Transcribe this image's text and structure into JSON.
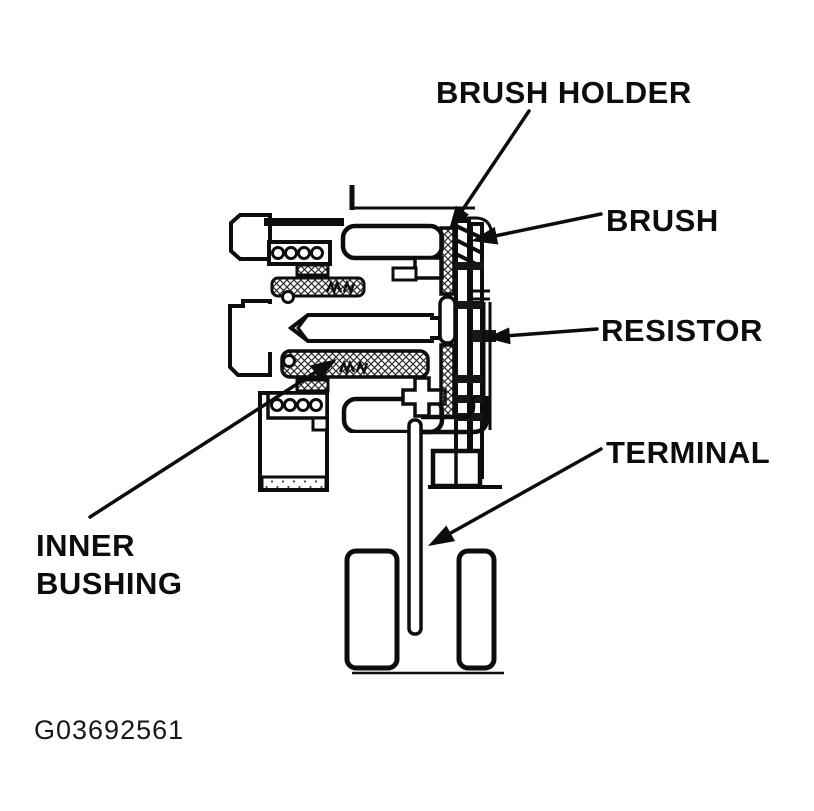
{
  "figure": {
    "background": "#ffffff",
    "ink_color": "#0d0d0d",
    "type": "cross-section-diagram"
  },
  "labels": {
    "brush_holder": "BRUSH HOLDER",
    "brush": "BRUSH",
    "resistor": "RESISTOR",
    "terminal": "TERMINAL",
    "inner_bushing_1": "INNER",
    "inner_bushing_2": "BUSHING",
    "figure_id": "G03692561"
  }
}
